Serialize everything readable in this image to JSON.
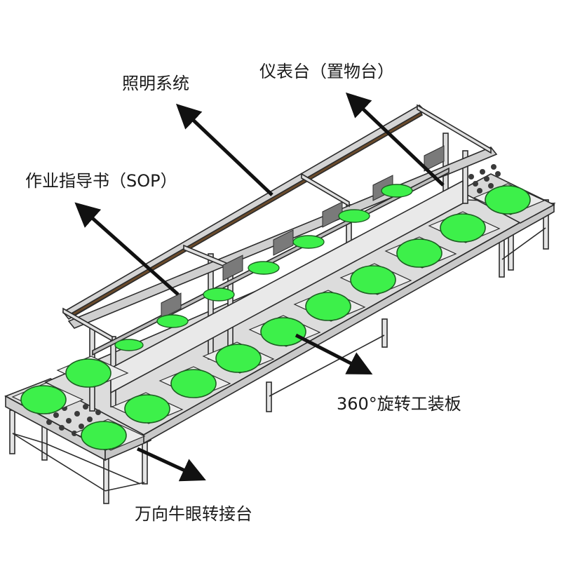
{
  "labels": {
    "lighting": "照明系统",
    "instrument_table": "仪表台（置物台）",
    "sop": "作业指导书（SOP）",
    "rotary_board": "360°旋转工装板",
    "transfer_table": "万向牛眼转接台"
  },
  "colors": {
    "disc": "#3df04a",
    "disc_stroke": "#1d5f22",
    "frame": "#dcdcdc",
    "frame_stroke": "#2b2b2b",
    "arrow": "#111111",
    "sop_board": "#7a7a7a"
  }
}
